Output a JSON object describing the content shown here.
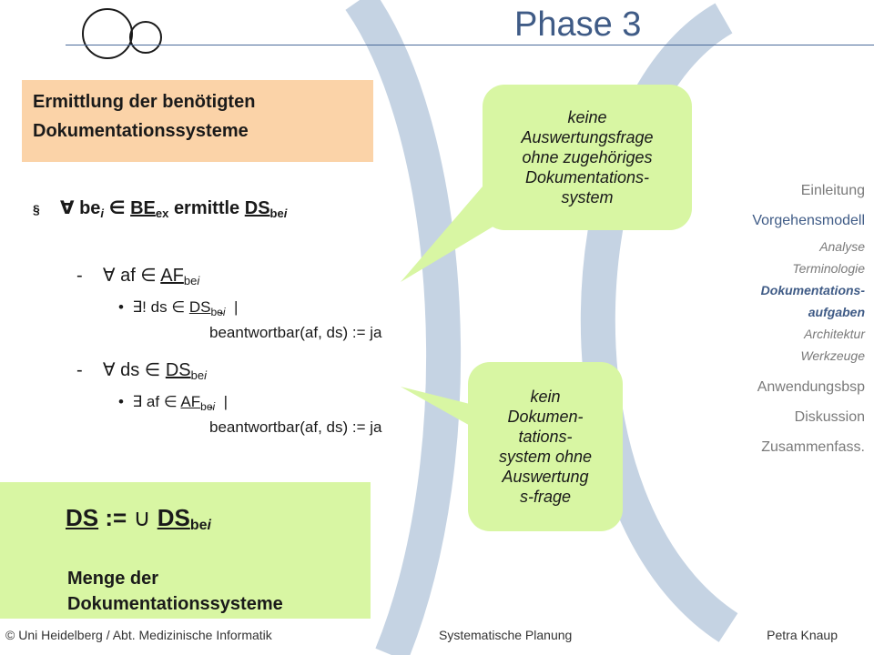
{
  "slide": {
    "title": "Phase 3",
    "heading_line1": "Ermittlung der benötigten",
    "heading_line2": "Dokumentationssysteme"
  },
  "formula": {
    "main": {
      "bullet": "§",
      "forall": "∀",
      "var": "be",
      "var_sub": "i",
      "in": "∈",
      "set": "BE",
      "set_sub": "ex",
      "verb": "ermittle",
      "target": "DS",
      "target_sub": "be",
      "target_sub_i": "i"
    },
    "sub1": {
      "dash": "-",
      "forall": "∀",
      "var": "af",
      "in": "∈",
      "set": "AF",
      "set_sub": "be",
      "set_sub_i": "i"
    },
    "sub1_bullet": {
      "dot": "•",
      "exists": "∃!",
      "var": "ds",
      "in": "∈",
      "set": "DS",
      "set_sub": "be",
      "set_sub_i": "i",
      "bar": "|",
      "condition": "beantwortbar(af, ds) := ja"
    },
    "sub2": {
      "dash": "-",
      "forall": "∀",
      "var": "ds",
      "in": "∈",
      "set": "DS",
      "set_sub": "be",
      "set_sub_i": "i"
    },
    "sub2_bullet": {
      "dot": "•",
      "exists": "∃",
      "var": "af",
      "in": "∈",
      "set": "AF",
      "set_sub": "be",
      "set_sub_i": "i",
      "bar": "|",
      "condition": "beantwortbar(af, ds) := ja"
    }
  },
  "bubbles": {
    "top": [
      "keine",
      "Auswertungsfrage",
      "ohne zugehöriges",
      "Dokumentations-",
      "system"
    ],
    "bottom": [
      "kein",
      "Dokumen-",
      "tations-",
      "system ohne",
      "Auswertung",
      "s-frage"
    ]
  },
  "navigation": {
    "items": [
      {
        "label": "Einleitung"
      },
      {
        "label": "Vorgehensmodell"
      },
      {
        "label": "Analyse"
      },
      {
        "label": "Terminologie"
      },
      {
        "label": "Dokumentations-"
      },
      {
        "label": "aufgaben"
      },
      {
        "label": "Architektur"
      },
      {
        "label": "Werkzeuge"
      },
      {
        "label": "Anwendungsbsp"
      },
      {
        "label": "Diskussion"
      },
      {
        "label": "Zusammenfass."
      }
    ]
  },
  "result": {
    "lhs": "DS",
    "assign": ":=",
    "union": "∪",
    "rhs": "DS",
    "rhs_sub": "be",
    "rhs_sub_i": "i",
    "desc_line1": "Menge der",
    "desc_line2": "Dokumentationssysteme"
  },
  "footer": {
    "left": "© Uni Heidelberg / Abt. Medizinische Informatik",
    "center": "Systematische Planung",
    "right": "Petra Knaup"
  },
  "colors": {
    "accent": "#3f5b86",
    "heading_bg": "#fbd3a8",
    "bubble_bg": "#d8f6a3",
    "arc": "#c5d3e3"
  }
}
